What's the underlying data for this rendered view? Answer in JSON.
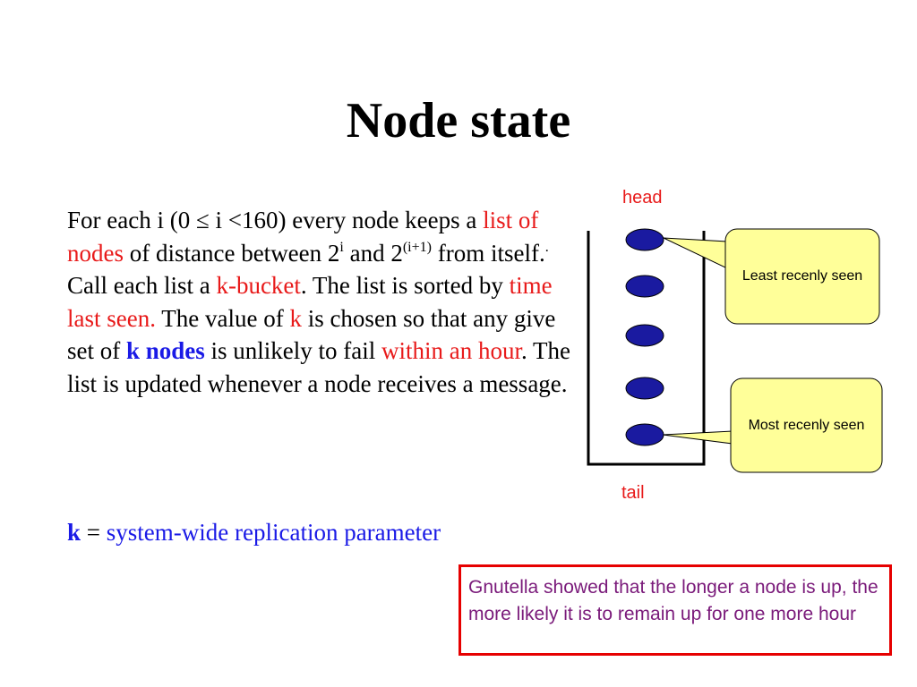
{
  "slide": {
    "title": "Node state",
    "body": {
      "s1": "For each i (0 ≤ i <160) every node keeps a ",
      "s2": "list of nodes",
      "s3": " of distance between 2",
      "s4": "i",
      "s5": " and 2",
      "s6": "(i+1)",
      "s7": " from itself.",
      "s8": ".",
      "s9": " Call each list a ",
      "s10": "k-bucket",
      "s11": ". The list is sorted by ",
      "s12": "time last seen.",
      "s13": " The value of ",
      "s14": "k",
      "s15": " is chosen so that any give set of ",
      "s16": "k nodes",
      "s17": " is unlikely to fail ",
      "s18": "within an hour",
      "s19": ". The list is updated whenever a node receives a message."
    },
    "param": {
      "k": "k",
      "eq": " = ",
      "desc": "system-wide replication parameter"
    },
    "diagram": {
      "head_label": "head",
      "tail_label": "tail",
      "callout_top": "Least recenly seen",
      "callout_bottom": "Most recenly seen",
      "node_count": 5
    },
    "note": "Gnutella showed that the longer a node is up, the more likely it is to remain up for one more hour",
    "colors": {
      "accent_red": "#e81a1a",
      "accent_blue": "#1a1ae6",
      "node_fill": "#1a1aa0",
      "callout_fill": "#ffff99",
      "note_border": "#e60000",
      "note_text": "#7a1a7a"
    }
  }
}
